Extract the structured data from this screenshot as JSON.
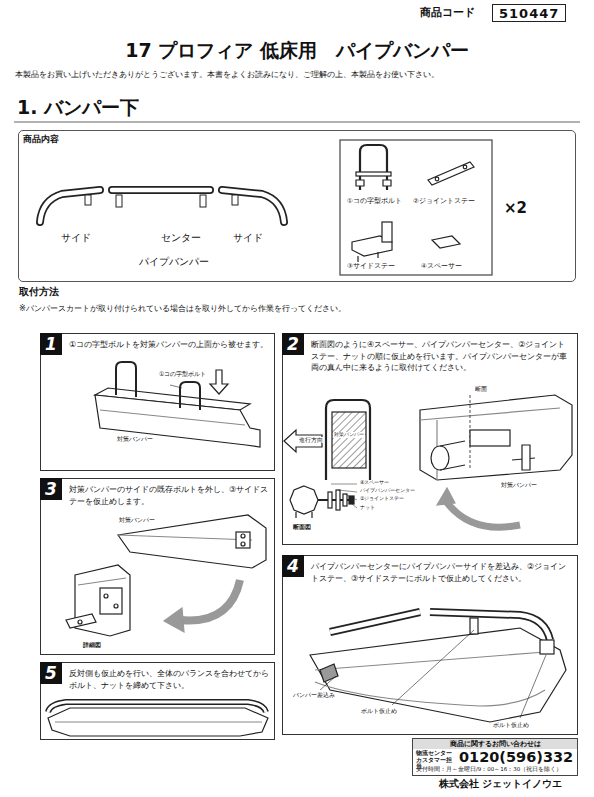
{
  "diagram": {
    "title": "17 プロフィア 低床用　パイプバンパー",
    "nodes": [
      {
        "text": [
          "商品コード",
          "510447"
        ]
      },
      {
        "text": [
          "商品内容"
        ]
      },
      {
        "text": [
          "1",
          "①コの字型ボルトを対策バンパーの上面から被せます。"
        ]
      },
      {
        "text": [
          "2",
          "断面図のように④スペーサー、パイプバンパーセンター、②ジョイントステー、ナットの順に仮止めを行います。パイプバンパーセンターが車両の真ん中に来るように取付けてください。"
        ]
      },
      {
        "text": [
          "3",
          "対策バンパーのサイドの既存ボルトを外し、③サイドステーを仮止めします。"
        ]
      },
      {
        "text": [
          "4",
          "パイプバンパーセンターにパイプバンパーサイドを差込み、②ジョイントステー、③サイドステーにボルトで仮止めしてください。"
        ]
      },
      {
        "text": [
          "5",
          "反対側も仮止めを行い、全体のバランスを合わせてからボルト、ナットを締めて下さい。"
        ]
      },
      {
        "text": [
          "商品に関するお問い合わせは",
          "物流センター カスタマー担当",
          "0120(596)332",
          "受付時間：月～金曜日/9：00～16：30（祝日を除く）"
        ]
      }
    ],
    "labels": [
      "本製品をお買い上げいただきありがとうございます。本書をよくお読みになり、ご理解の上、本製品をお使い下さい。",
      "1. バンパー下",
      "サイド",
      "センター",
      "サイド",
      "パイプバンパー",
      "①コの字型ボルト",
      "②ジョイントステー",
      "③サイドステー",
      "④スペーサー",
      "×2",
      "取付方法",
      "※バンパースカートが取り付けられている場合はを取り外してから作業を行ってください。",
      "①コの字型ボルト",
      "対策バンパー",
      "進行方向",
      "対策バンパー",
      "断面",
      "④スペーサー",
      "パイプバンパーセンター",
      "②ジョイントステー",
      "ナット",
      "断面図",
      "対策バンパー",
      "対策バンパー",
      "詳細図",
      "バンパー差込み",
      "ボルト仮止め",
      "ボルト仮止め",
      "株式会社 ジェットイノウエ"
    ]
  }
}
